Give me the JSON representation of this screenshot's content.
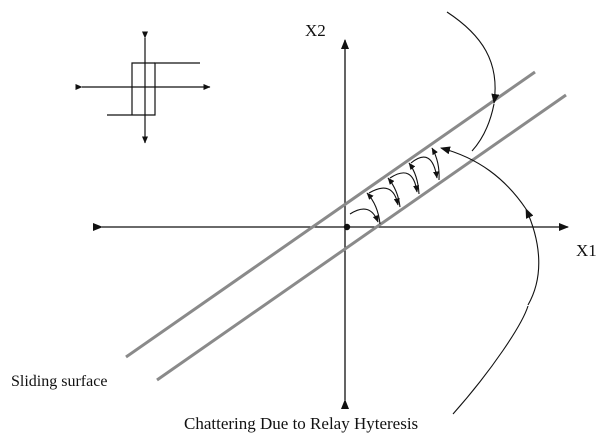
{
  "labels": {
    "x2_axis": "X2",
    "x1_axis": "X1",
    "sliding_surface": "Sliding surface",
    "caption": "Chattering Due to Relay Hyteresis"
  },
  "colors": {
    "ink": "#111111",
    "surface_lines": "#8a8a8a",
    "background": "#ffffff"
  }
}
